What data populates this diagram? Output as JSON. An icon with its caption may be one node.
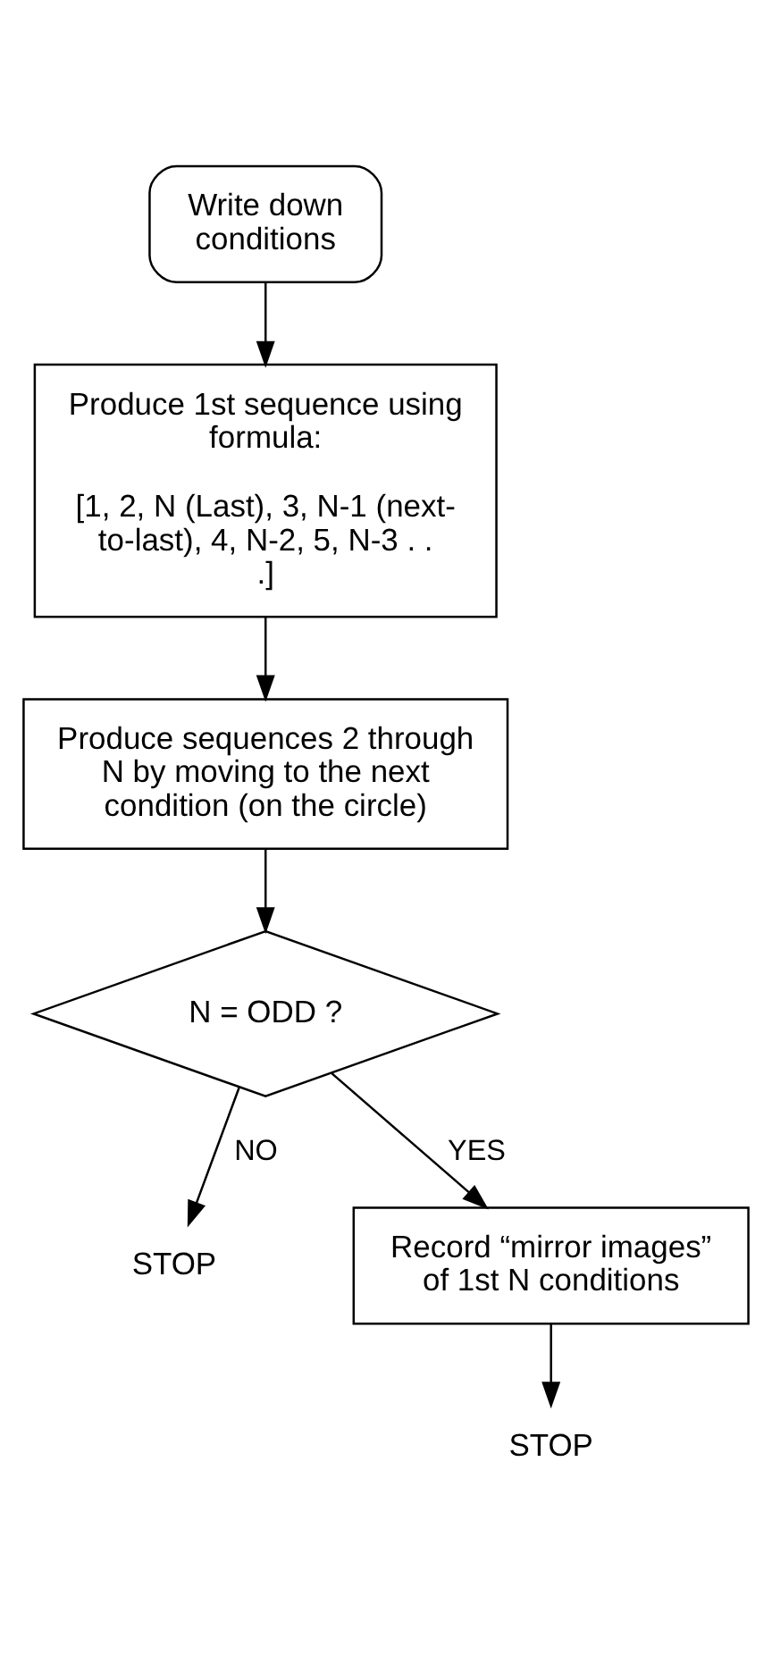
{
  "diagram": {
    "nodes": [
      {
        "text": [
          "Write down conditions"
        ]
      },
      {
        "text": [
          "Produce 1st sequence using formula:",
          "[1, 2, N (Last), 3, N-1 (next-to-last), 4, N-2, 5, N-3 . . .]"
        ]
      },
      {
        "text": [
          "Produce sequences 2 through N by moving to the next condition (on the circle)"
        ]
      },
      {
        "text": [
          "N = ODD ?"
        ]
      },
      {
        "text": [
          "STOP"
        ]
      },
      {
        "text": [
          "Record “mirror images” of 1st N conditions"
        ]
      },
      {
        "text": [
          "STOP"
        ]
      }
    ],
    "edges": [
      {
        "from": 0,
        "to": 1,
        "arrow": "to"
      },
      {
        "from": 1,
        "to": 2,
        "arrow": "to"
      },
      {
        "from": 2,
        "to": 3,
        "arrow": "to"
      },
      {
        "from": 3,
        "to": 4,
        "arrow": "to",
        "label": "NO"
      },
      {
        "from": 3,
        "to": 5,
        "arrow": "to",
        "label": "YES"
      },
      {
        "from": 5,
        "to": 6,
        "arrow": "to"
      }
    ]
  }
}
